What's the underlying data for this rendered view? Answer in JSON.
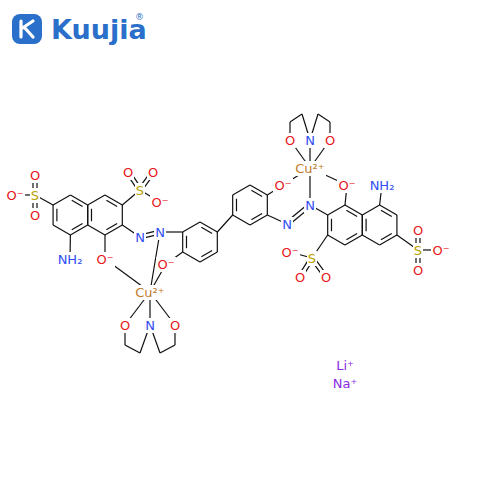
{
  "diagram": {
    "labels": [
      "Kuujia",
      "®",
      "O⁻",
      "S",
      "O",
      "O",
      "S",
      "O",
      "O",
      "O⁻",
      "NH₂",
      "O⁻",
      "N",
      "N",
      "O⁻",
      "Cu²⁺",
      "O",
      "N",
      "O",
      "O",
      "N",
      "O",
      "Cu²⁺",
      "O⁻",
      "O⁻",
      "NH₂",
      "N",
      "N",
      "O⁻",
      "S",
      "O",
      "O",
      "S",
      "O",
      "O",
      "O⁻",
      "Li⁺",
      "Na⁺"
    ]
  }
}
